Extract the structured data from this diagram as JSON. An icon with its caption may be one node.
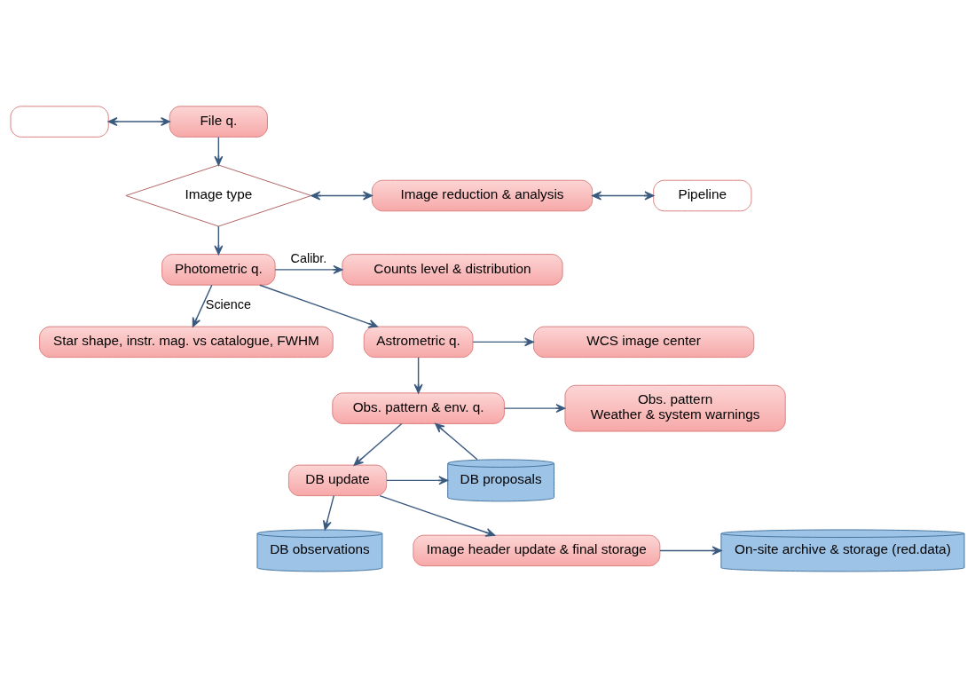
{
  "diagram": {
    "nodes": [
      {
        "text": [],
        "shape": "box"
      },
      {
        "text": [
          "File q."
        ]
      },
      {
        "text": [
          "Image type"
        ]
      },
      {
        "text": [
          "Image reduction & analysis"
        ]
      },
      {
        "text": [
          "Pipeline"
        ]
      },
      {
        "text": [
          "Photometric q."
        ]
      },
      {
        "text": [
          "Counts level & distribution"
        ]
      },
      {
        "text": [
          "Star shape, instr. mag. vs catalogue, FWHM"
        ]
      },
      {
        "text": [
          "Astrometric q."
        ]
      },
      {
        "text": [
          "WCS image center"
        ]
      },
      {
        "text": [
          "Obs. pattern & env. q."
        ]
      },
      {
        "text": [
          "Obs. pattern",
          "Weather & system warnings"
        ]
      },
      {
        "text": [
          "DB proposals"
        ]
      },
      {
        "text": [
          "DB observations"
        ]
      },
      {
        "text": [
          "DB update"
        ]
      },
      {
        "text": [
          "Image header update & final storage"
        ]
      },
      {
        "text": [
          "On-site archive & storage (red.data)"
        ]
      }
    ],
    "edges": [
      {
        "from": 0,
        "to": 1,
        "arrow": "both"
      },
      {
        "from": 1,
        "to": 2,
        "arrow": "to"
      },
      {
        "from": 2,
        "to": 3,
        "arrow": "both"
      },
      {
        "from": 3,
        "to": 4,
        "arrow": "both"
      },
      {
        "from": 2,
        "to": 5,
        "arrow": "to"
      },
      {
        "from": 5,
        "to": 6,
        "arrow": "to",
        "label": "Calibr."
      },
      {
        "from": 5,
        "to": 7,
        "arrow": "to",
        "label": "Science"
      },
      {
        "from": 5,
        "to": 8,
        "arrow": "to"
      },
      {
        "from": 8,
        "to": 9,
        "arrow": "to"
      },
      {
        "from": 8,
        "to": 10,
        "arrow": "to"
      },
      {
        "from": 12,
        "to": 10,
        "arrow": "to"
      },
      {
        "from": 10,
        "to": 11,
        "arrow": "to"
      },
      {
        "from": 10,
        "to": 14,
        "arrow": "to"
      },
      {
        "from": 14,
        "to": 12,
        "arrow": "to"
      },
      {
        "from": 14,
        "to": 13,
        "arrow": "to"
      },
      {
        "from": 14,
        "to": 15,
        "arrow": "to"
      },
      {
        "from": 15,
        "to": 16,
        "arrow": "to"
      }
    ]
  }
}
